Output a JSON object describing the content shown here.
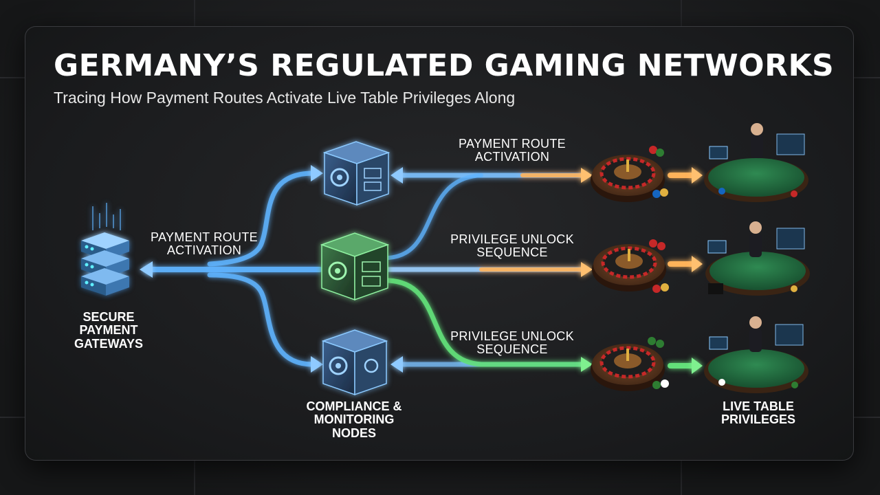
{
  "title": "GERMANY’S REGULATED GAMING NETWORKS",
  "subtitle": "Tracing How Payment Routes Activate Live Table Privileges Along",
  "nodes": {
    "gateway": "SECURE\nPAYMENT\nGATEWAYS",
    "compliance": "COMPLIANCE &\nMONITORING\nNODES",
    "live_table": "LIVE TABLE\nPRIVILEGES"
  },
  "routes": {
    "left": "PAYMENT ROUTE\nACTIVATION",
    "top": "PAYMENT ROUTE\nACTIVATION",
    "middle": "PRIVILEGE UNLOCK\nSEQUENCE",
    "bottom": "PRIVILEGE UNLOCK\nSEQUENCE"
  },
  "colors": {
    "blue": "#5fb4ff",
    "green": "#63e07a",
    "orange": "#ffb35a"
  }
}
